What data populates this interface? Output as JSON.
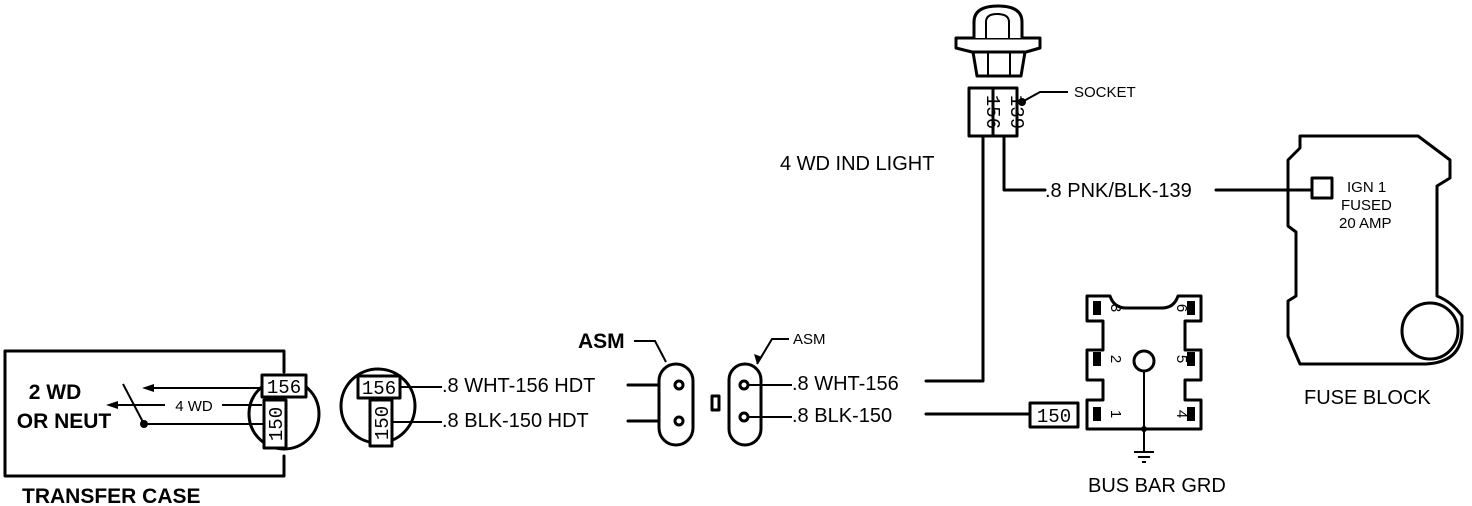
{
  "transfer_case": {
    "switch_label_line1": "2 WD",
    "switch_label_line2": "OR NEUT",
    "position_4wd": "4 WD",
    "term_top": "156",
    "term_bottom": "150",
    "caption": "TRANSFER CASE"
  },
  "harness_connector": {
    "term_top": "156",
    "term_bottom": "150",
    "wire_top": ".8 WHT-156 HDT",
    "wire_bottom": ".8 BLK-150 HDT"
  },
  "asm_left": {
    "label": "ASM"
  },
  "asm_right": {
    "label": "ASM",
    "wire_top": ".8 WHT-156",
    "wire_bottom": ".8 BLK-150"
  },
  "indicator_light": {
    "label": "4 WD IND LIGHT",
    "socket_label": "SOCKET",
    "term_left": "156",
    "term_right": "139",
    "wire": ".8 PNK/BLK-139"
  },
  "fuse_block": {
    "fuse_line1": "IGN 1",
    "fuse_line2": "FUSED",
    "fuse_line3": "20 AMP",
    "caption": "FUSE BLOCK"
  },
  "ground": {
    "terminal": "150",
    "cavities": [
      "3",
      "2",
      "1",
      "6",
      "5",
      "4"
    ],
    "caption": "BUS BAR GRD"
  }
}
